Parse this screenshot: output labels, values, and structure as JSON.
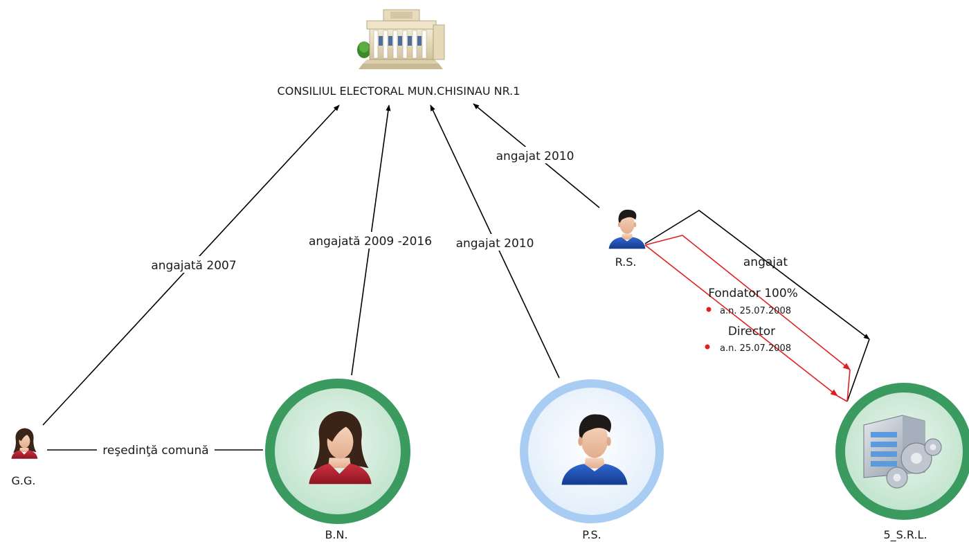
{
  "nodes": {
    "council": {
      "label": "CONSILIUL ELECTORAL MUN.CHISINAU NR.1",
      "icon": "government-building-icon"
    },
    "gg": {
      "label": "G.G.",
      "icon": "woman-avatar-icon"
    },
    "bn": {
      "label": "B.N.",
      "icon": "woman-avatar-icon",
      "ring_color": "#3a9a5f"
    },
    "ps": {
      "label": "P.S.",
      "icon": "man-avatar-icon",
      "ring_color": "#a9cdf2"
    },
    "rs": {
      "label": "R.S.",
      "icon": "man-avatar-icon"
    },
    "srl": {
      "label": "5_S.R.L.",
      "icon": "company-building-gears-icon",
      "ring_color": "#3a9a5f"
    }
  },
  "edges": {
    "gg_council": "angajată 2007",
    "bn_council": "angajată 2009 -2016",
    "ps_council": "angajat 2010",
    "rs_council": "angajat 2010",
    "gg_bn": "reşedinţă comună",
    "rs_srl": "angajat",
    "rs_srl_founder": {
      "label": "Fondator 100%",
      "note": "a.n. 25.07.2008"
    },
    "rs_srl_director": {
      "label": "Director",
      "note": "a.n. 25.07.2008"
    }
  },
  "colors": {
    "edge_black": "#000000",
    "edge_red": "#e02020",
    "ring_green": "#3a9a5f",
    "ring_blue": "#a9cdf2"
  }
}
